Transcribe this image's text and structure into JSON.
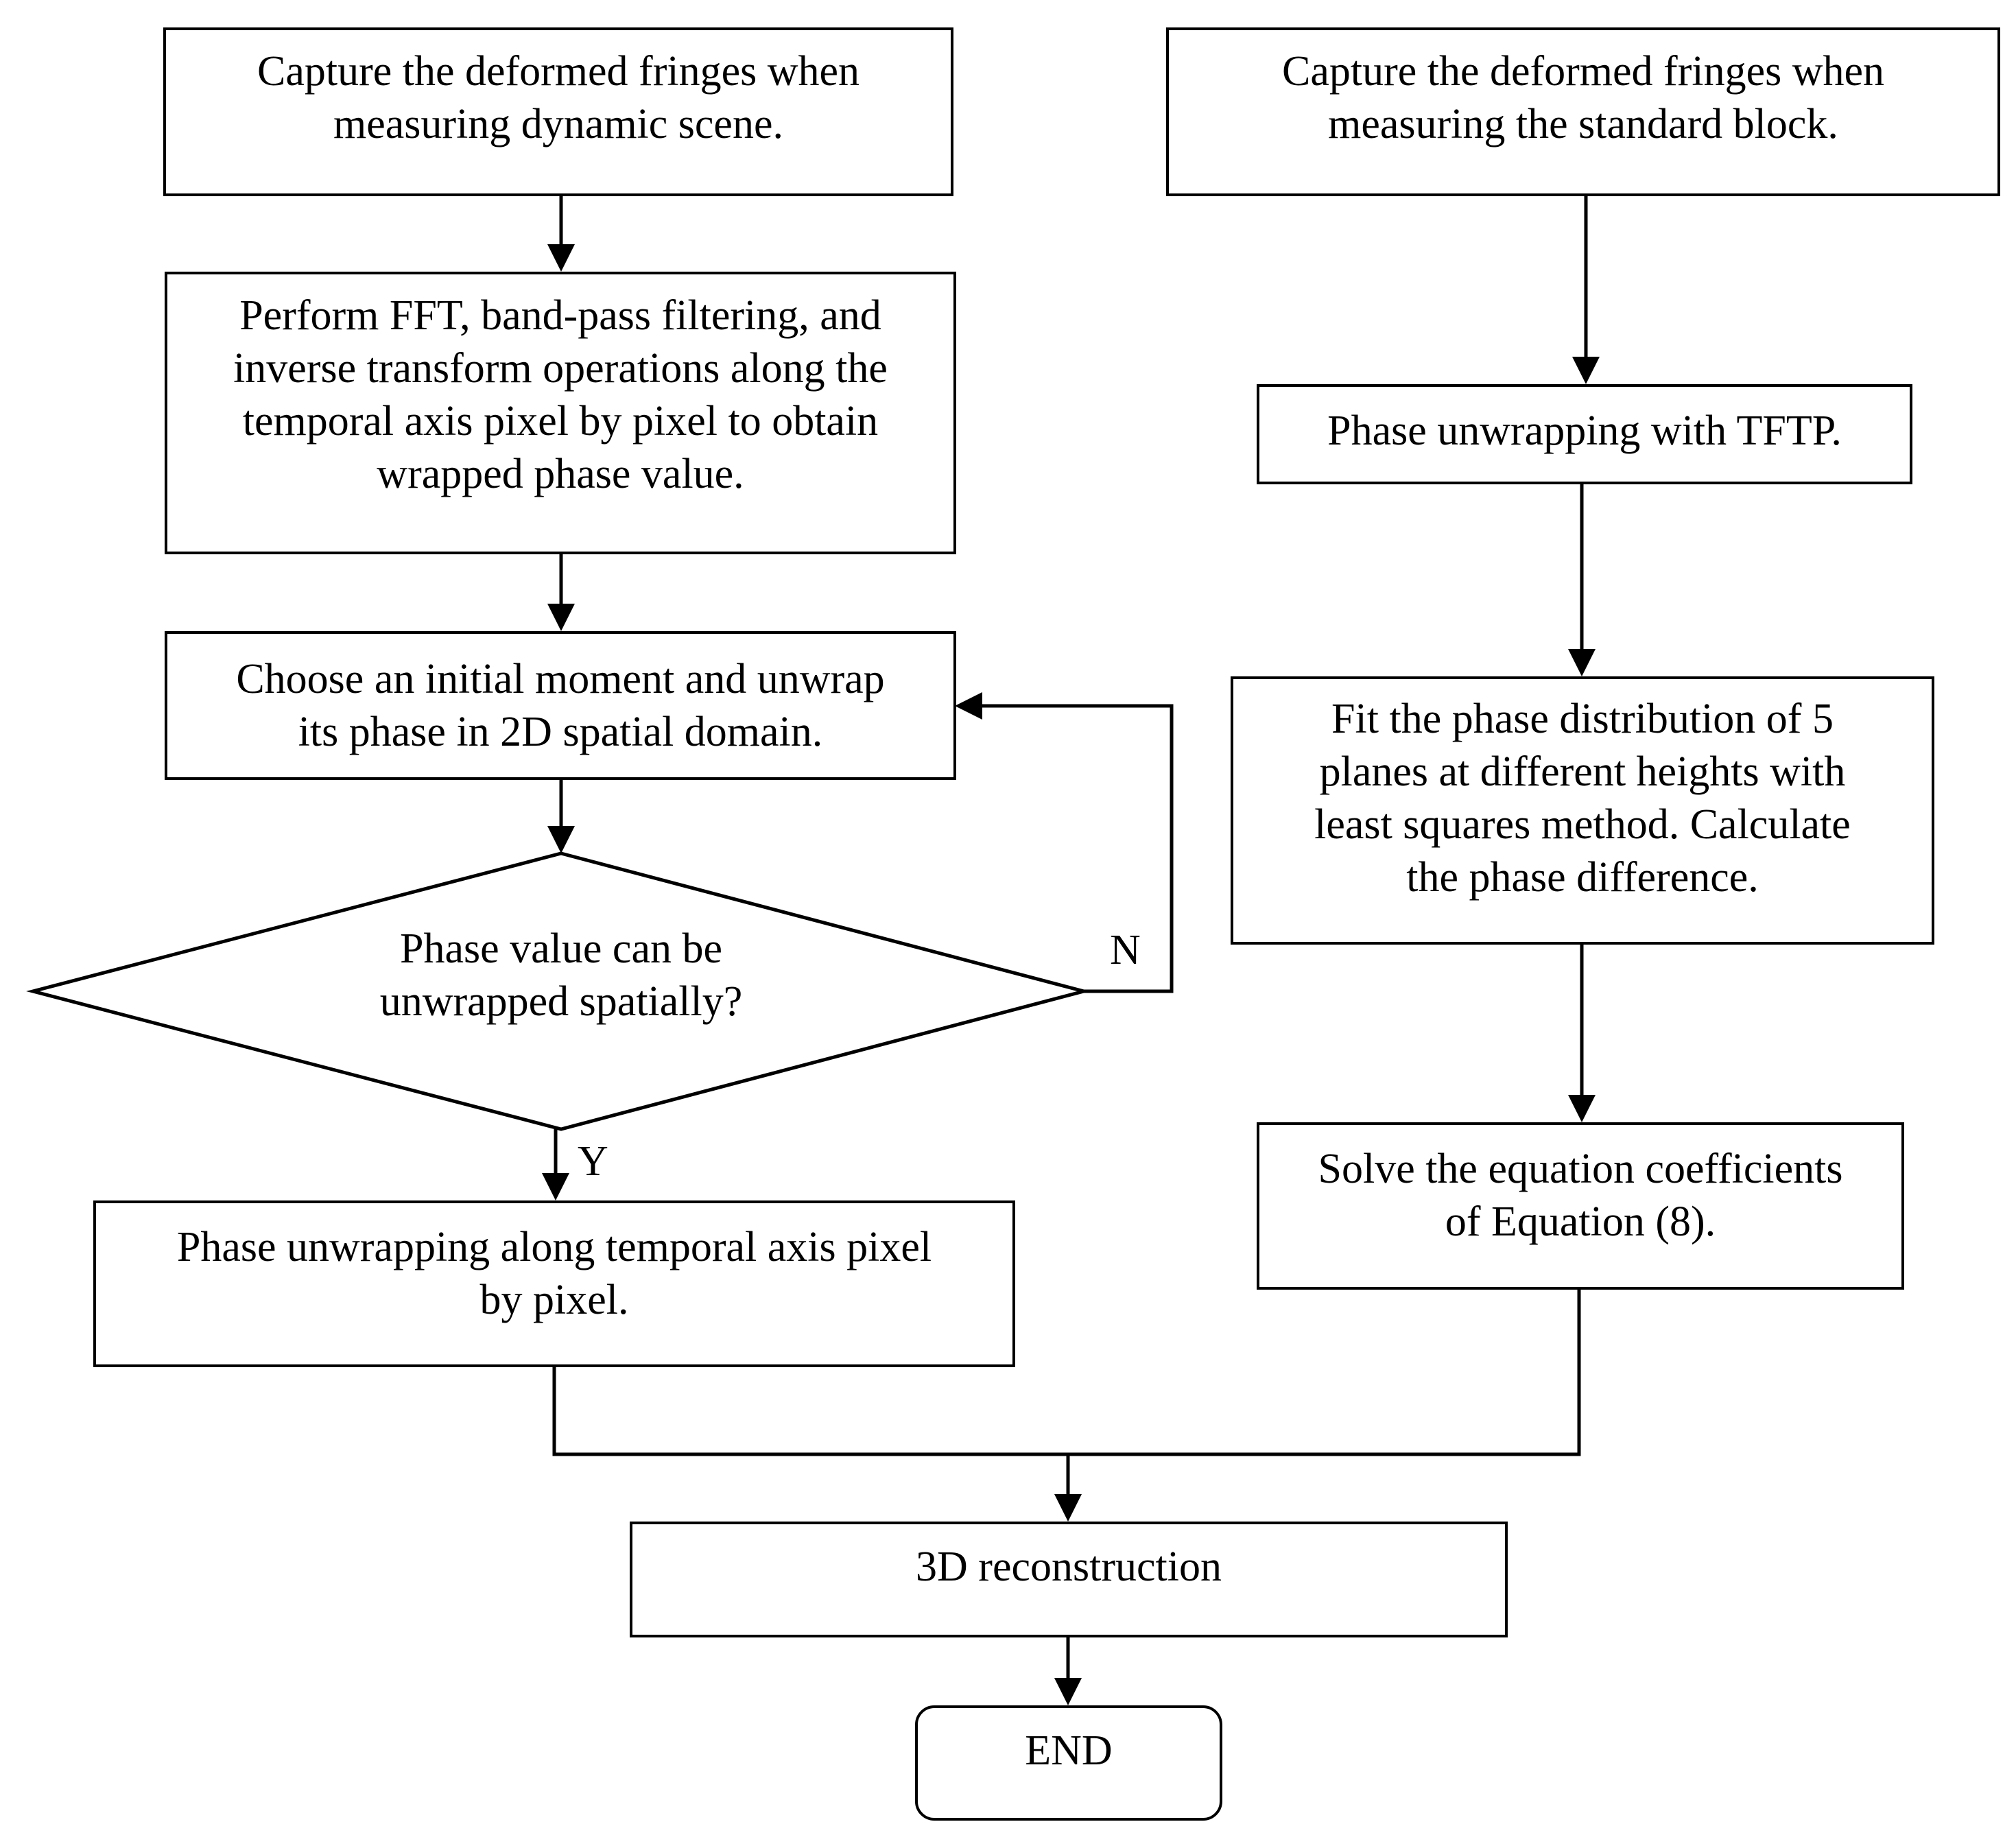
{
  "flowchart": {
    "left_branch": {
      "capture_dynamic": "Capture the deformed fringes when\nmeasuring dynamic scene.",
      "fft_filtering": "Perform FFT, band-pass filtering, and\ninverse transform operations along the\ntemporal axis pixel by pixel to obtain\nwrapped phase value.",
      "initial_moment": "Choose an initial moment and unwrap\nits phase in 2D spatial domain.",
      "decision": "Phase value can be\nunwrapped spatially?",
      "decision_no": "N",
      "decision_yes": "Y",
      "temporal_unwrap": "Phase unwrapping along temporal axis pixel\nby pixel."
    },
    "right_branch": {
      "capture_standard": "Capture the deformed fringes when\nmeasuring the standard block.",
      "tftp_unwrap": "Phase unwrapping with TFTP.",
      "fit_planes": "Fit the phase distribution of 5\nplanes at different heights with\nleast squares method. Calculate\nthe phase difference.",
      "solve_coefficients": "Solve the equation coefficients\nof Equation (8)."
    },
    "merge": {
      "reconstruction": "3D reconstruction",
      "end": "END"
    }
  }
}
